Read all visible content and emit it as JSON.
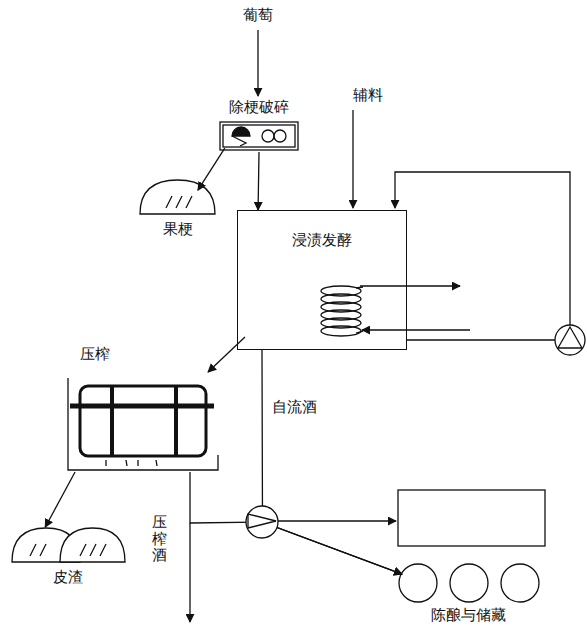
{
  "diagram": {
    "nodes": [
      {
        "text": [
          "除梗破碎"
        ]
      },
      {
        "text": [
          "果梗"
        ]
      },
      {
        "text": [
          "浸渍发酵"
        ]
      },
      {
        "text": [
          "压榨"
        ]
      },
      {
        "text": [
          "皮渣"
        ]
      },
      {
        "text": [
          "陈酿与储藏"
        ]
      }
    ],
    "edges": [
      {
        "from": 0,
        "to": 2,
        "arrow": "to"
      },
      {
        "from": 0,
        "to": 1,
        "arrow": "to"
      },
      {
        "from": 2,
        "to": 3,
        "arrow": "to"
      },
      {
        "from": 3,
        "to": 4,
        "arrow": "to"
      },
      {
        "from": 2,
        "to": 5,
        "label": "自流酒",
        "arrow": "to"
      },
      {
        "from": 3,
        "to": 5,
        "label": "压榨酒",
        "arrow": "to"
      }
    ],
    "labels": [
      "葡萄",
      "辅料"
    ]
  }
}
